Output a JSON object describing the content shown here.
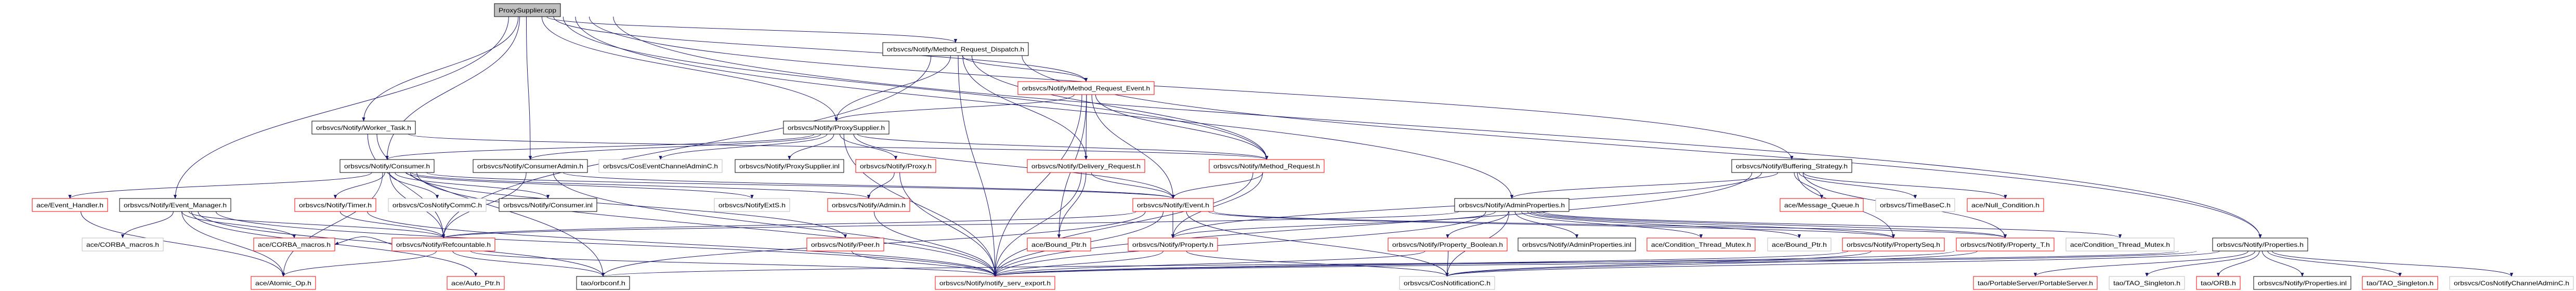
{
  "graph": {
    "title": "ProxySupplier.cpp",
    "colors": {
      "edge": "#191970",
      "root_fill": "#bfbfbf",
      "documented": "#000000",
      "truncated": "#ff0000",
      "undocumented": "#bfbfbf"
    },
    "nodes": [
      {
        "id": "cpp",
        "label": "ProxySupplier.cpp",
        "kind": "root"
      },
      {
        "id": "mrd",
        "label": "orbsvcs/Notify/Method_Request_Dispatch.h",
        "kind": "documented"
      },
      {
        "id": "mre",
        "label": "orbsvcs/Notify/Method_Request_Event.h",
        "kind": "truncated"
      },
      {
        "id": "wt",
        "label": "orbsvcs/Notify/Worker_Task.h",
        "kind": "documented"
      },
      {
        "id": "psh",
        "label": "orbsvcs/Notify/ProxySupplier.h",
        "kind": "documented"
      },
      {
        "id": "cons",
        "label": "orbsvcs/Notify/Consumer.h",
        "kind": "documented"
      },
      {
        "id": "cadm",
        "label": "orbsvcs/Notify/ConsumerAdmin.h",
        "kind": "documented"
      },
      {
        "id": "cecac",
        "label": "orbsvcs/CosEventChannelAdminC.h",
        "kind": "undocumented"
      },
      {
        "id": "psinl",
        "label": "orbsvcs/Notify/ProxySupplier.inl",
        "kind": "documented"
      },
      {
        "id": "proxy",
        "label": "orbsvcs/Notify/Proxy.h",
        "kind": "truncated"
      },
      {
        "id": "dreq",
        "label": "orbsvcs/Notify/Delivery_Request.h",
        "kind": "truncated"
      },
      {
        "id": "mreq",
        "label": "orbsvcs/Notify/Method_Request.h",
        "kind": "truncated"
      },
      {
        "id": "bstrat",
        "label": "orbsvcs/Notify/Buffering_Strategy.h",
        "kind": "documented"
      },
      {
        "id": "evh",
        "label": "ace/Event_Handler.h",
        "kind": "truncated"
      },
      {
        "id": "evm",
        "label": "orbsvcs/Notify/Event_Manager.h",
        "kind": "documented"
      },
      {
        "id": "timer",
        "label": "orbsvcs/Notify/Timer.h",
        "kind": "truncated"
      },
      {
        "id": "cncc",
        "label": "orbsvcs/CosNotifyCommC.h",
        "kind": "undocumented"
      },
      {
        "id": "consinl",
        "label": "orbsvcs/Notify/Consumer.inl",
        "kind": "documented"
      },
      {
        "id": "nexts",
        "label": "orbsvcs/NotifyExtS.h",
        "kind": "undocumented"
      },
      {
        "id": "admin",
        "label": "orbsvcs/Notify/Admin.h",
        "kind": "truncated"
      },
      {
        "id": "event",
        "label": "orbsvcs/Notify/Event.h",
        "kind": "truncated"
      },
      {
        "id": "adprop",
        "label": "orbsvcs/Notify/AdminProperties.h",
        "kind": "documented"
      },
      {
        "id": "mq",
        "label": "ace/Message_Queue.h",
        "kind": "truncated"
      },
      {
        "id": "tbc",
        "label": "orbsvcs/TimeBaseC.h",
        "kind": "undocumented"
      },
      {
        "id": "nullc",
        "label": "ace/Null_Condition.h",
        "kind": "truncated"
      },
      {
        "id": "cmg",
        "label": "ace/CORBA_macros.h",
        "kind": "undocumented"
      },
      {
        "id": "cmr",
        "label": "ace/CORBA_macros.h",
        "kind": "truncated"
      },
      {
        "id": "refc",
        "label": "orbsvcs/Notify/Refcountable.h",
        "kind": "truncated"
      },
      {
        "id": "peer",
        "label": "orbsvcs/Notify/Peer.h",
        "kind": "truncated"
      },
      {
        "id": "bpr",
        "label": "ace/Bound_Ptr.h",
        "kind": "truncated"
      },
      {
        "id": "prop",
        "label": "orbsvcs/Notify/Property.h",
        "kind": "truncated"
      },
      {
        "id": "pbool",
        "label": "orbsvcs/Notify/Property_Boolean.h",
        "kind": "truncated"
      },
      {
        "id": "apinl",
        "label": "orbsvcs/Notify/AdminProperties.inl",
        "kind": "documented"
      },
      {
        "id": "ctmr",
        "label": "ace/Condition_Thread_Mutex.h",
        "kind": "truncated"
      },
      {
        "id": "bpg",
        "label": "ace/Bound_Ptr.h",
        "kind": "undocumented"
      },
      {
        "id": "pseq",
        "label": "orbsvcs/Notify/PropertySeq.h",
        "kind": "truncated"
      },
      {
        "id": "ptt",
        "label": "orbsvcs/Notify/Property_T.h",
        "kind": "truncated"
      },
      {
        "id": "ctmg",
        "label": "ace/Condition_Thread_Mutex.h",
        "kind": "undocumented"
      },
      {
        "id": "props",
        "label": "orbsvcs/Notify/Properties.h",
        "kind": "documented"
      },
      {
        "id": "atom",
        "label": "ace/Atomic_Op.h",
        "kind": "truncated"
      },
      {
        "id": "auto",
        "label": "ace/Auto_Ptr.h",
        "kind": "truncated"
      },
      {
        "id": "orbc",
        "label": "tao/orbconf.h",
        "kind": "documented"
      },
      {
        "id": "nse",
        "label": "orbsvcs/Notify/notify_serv_export.h",
        "kind": "truncated"
      },
      {
        "id": "cnc",
        "label": "orbsvcs/CosNotificationC.h",
        "kind": "undocumented"
      },
      {
        "id": "pss",
        "label": "tao/PortableServer/PortableServer.h",
        "kind": "truncated"
      },
      {
        "id": "tsg",
        "label": "tao/TAO_Singleton.h",
        "kind": "undocumented"
      },
      {
        "id": "orb",
        "label": "tao/ORB.h",
        "kind": "truncated"
      },
      {
        "id": "propinl",
        "label": "orbsvcs/Notify/Properties.inl",
        "kind": "documented"
      },
      {
        "id": "tsr",
        "label": "tao/TAO_Singleton.h",
        "kind": "truncated"
      },
      {
        "id": "cncac",
        "label": "orbsvcs/CosNotifyChannelAdminC.h",
        "kind": "undocumented"
      }
    ],
    "edges": [
      [
        "cpp",
        "wt"
      ],
      [
        "cpp",
        "cons"
      ],
      [
        "cpp",
        "cadm"
      ],
      [
        "cpp",
        "evm"
      ],
      [
        "cpp",
        "psh"
      ],
      [
        "cpp",
        "mrd"
      ],
      [
        "cpp",
        "mre"
      ],
      [
        "cpp",
        "bstrat"
      ],
      [
        "cpp",
        "adprop"
      ],
      [
        "cpp",
        "props"
      ],
      [
        "cpp",
        "mreq"
      ],
      [
        "mrd",
        "psh"
      ],
      [
        "mrd",
        "mre"
      ],
      [
        "mrd",
        "dreq"
      ],
      [
        "mrd",
        "mreq"
      ],
      [
        "mrd",
        "nse"
      ],
      [
        "mrd",
        "refc"
      ],
      [
        "mrd",
        "props"
      ],
      [
        "mre",
        "psh"
      ],
      [
        "mre",
        "dreq"
      ],
      [
        "mre",
        "event"
      ],
      [
        "mre",
        "mreq"
      ],
      [
        "mre",
        "nse"
      ],
      [
        "mre",
        "bpr"
      ],
      [
        "wt",
        "refc"
      ],
      [
        "wt",
        "orbc"
      ],
      [
        "wt",
        "mreq"
      ],
      [
        "psh",
        "psinl"
      ],
      [
        "psh",
        "proxy"
      ],
      [
        "psh",
        "cecac"
      ],
      [
        "psh",
        "cons"
      ],
      [
        "psh",
        "cadm"
      ],
      [
        "psh",
        "event"
      ],
      [
        "psh",
        "mreq"
      ],
      [
        "psh",
        "nse"
      ],
      [
        "cons",
        "evh"
      ],
      [
        "cons",
        "atom"
      ],
      [
        "cons",
        "timer"
      ],
      [
        "cons",
        "cncc"
      ],
      [
        "cons",
        "consinl"
      ],
      [
        "cons",
        "refc"
      ],
      [
        "cons",
        "event"
      ],
      [
        "cons",
        "peer"
      ],
      [
        "cons",
        "nse"
      ],
      [
        "cons",
        "nexts"
      ],
      [
        "cons",
        "admin"
      ],
      [
        "cadm",
        "nse"
      ],
      [
        "cadm",
        "event"
      ],
      [
        "cadm",
        "refc"
      ],
      [
        "proxy",
        "admin"
      ],
      [
        "proxy",
        "nse"
      ],
      [
        "dreq",
        "event"
      ],
      [
        "dreq",
        "bpr"
      ],
      [
        "dreq",
        "nse"
      ],
      [
        "mreq",
        "event"
      ],
      [
        "mreq",
        "nse"
      ],
      [
        "mreq",
        "prop"
      ],
      [
        "event",
        "prop"
      ],
      [
        "event",
        "nse"
      ],
      [
        "event",
        "cnc"
      ],
      [
        "event",
        "refc"
      ],
      [
        "event",
        "pseq"
      ],
      [
        "event",
        "ptt"
      ],
      [
        "event",
        "orbc"
      ],
      [
        "admin",
        "nse"
      ],
      [
        "peer",
        "nse"
      ],
      [
        "prop",
        "nse"
      ],
      [
        "prop",
        "cnc"
      ],
      [
        "evm",
        "cmg"
      ],
      [
        "evm",
        "cmr"
      ],
      [
        "evm",
        "refc"
      ],
      [
        "evm",
        "atom"
      ],
      [
        "evm",
        "auto"
      ],
      [
        "evm",
        "orbc"
      ],
      [
        "evm",
        "nse"
      ],
      [
        "timer",
        "refc"
      ],
      [
        "timer",
        "nse"
      ],
      [
        "evh",
        "atom"
      ],
      [
        "refc",
        "atom"
      ],
      [
        "refc",
        "orbc"
      ],
      [
        "refc",
        "cmr"
      ],
      [
        "refc",
        "nse"
      ],
      [
        "bstrat",
        "adprop"
      ],
      [
        "bstrat",
        "mq"
      ],
      [
        "bstrat",
        "tbc"
      ],
      [
        "bstrat",
        "nullc"
      ],
      [
        "bstrat",
        "pseq"
      ],
      [
        "bstrat",
        "ptt"
      ],
      [
        "bstrat",
        "nse"
      ],
      [
        "bstrat",
        "prop"
      ],
      [
        "adprop",
        "pbool"
      ],
      [
        "adprop",
        "apinl"
      ],
      [
        "adprop",
        "ctmr"
      ],
      [
        "adprop",
        "bpg"
      ],
      [
        "adprop",
        "pseq"
      ],
      [
        "adprop",
        "ptt"
      ],
      [
        "adprop",
        "ctmg"
      ],
      [
        "adprop",
        "cnc"
      ],
      [
        "adprop",
        "nse"
      ],
      [
        "adprop",
        "refc"
      ],
      [
        "adprop",
        "prop"
      ],
      [
        "pbool",
        "cnc"
      ],
      [
        "pbool",
        "nse"
      ],
      [
        "pseq",
        "cnc"
      ],
      [
        "pseq",
        "nse"
      ],
      [
        "ptt",
        "nse"
      ],
      [
        "ptt",
        "cnc"
      ],
      [
        "props",
        "pss"
      ],
      [
        "props",
        "tsg"
      ],
      [
        "props",
        "orb"
      ],
      [
        "props",
        "propinl"
      ],
      [
        "props",
        "tsr"
      ],
      [
        "props",
        "cncac"
      ],
      [
        "props",
        "nse"
      ],
      [
        "props",
        "cnc"
      ],
      [
        "props",
        "orbc"
      ]
    ]
  }
}
